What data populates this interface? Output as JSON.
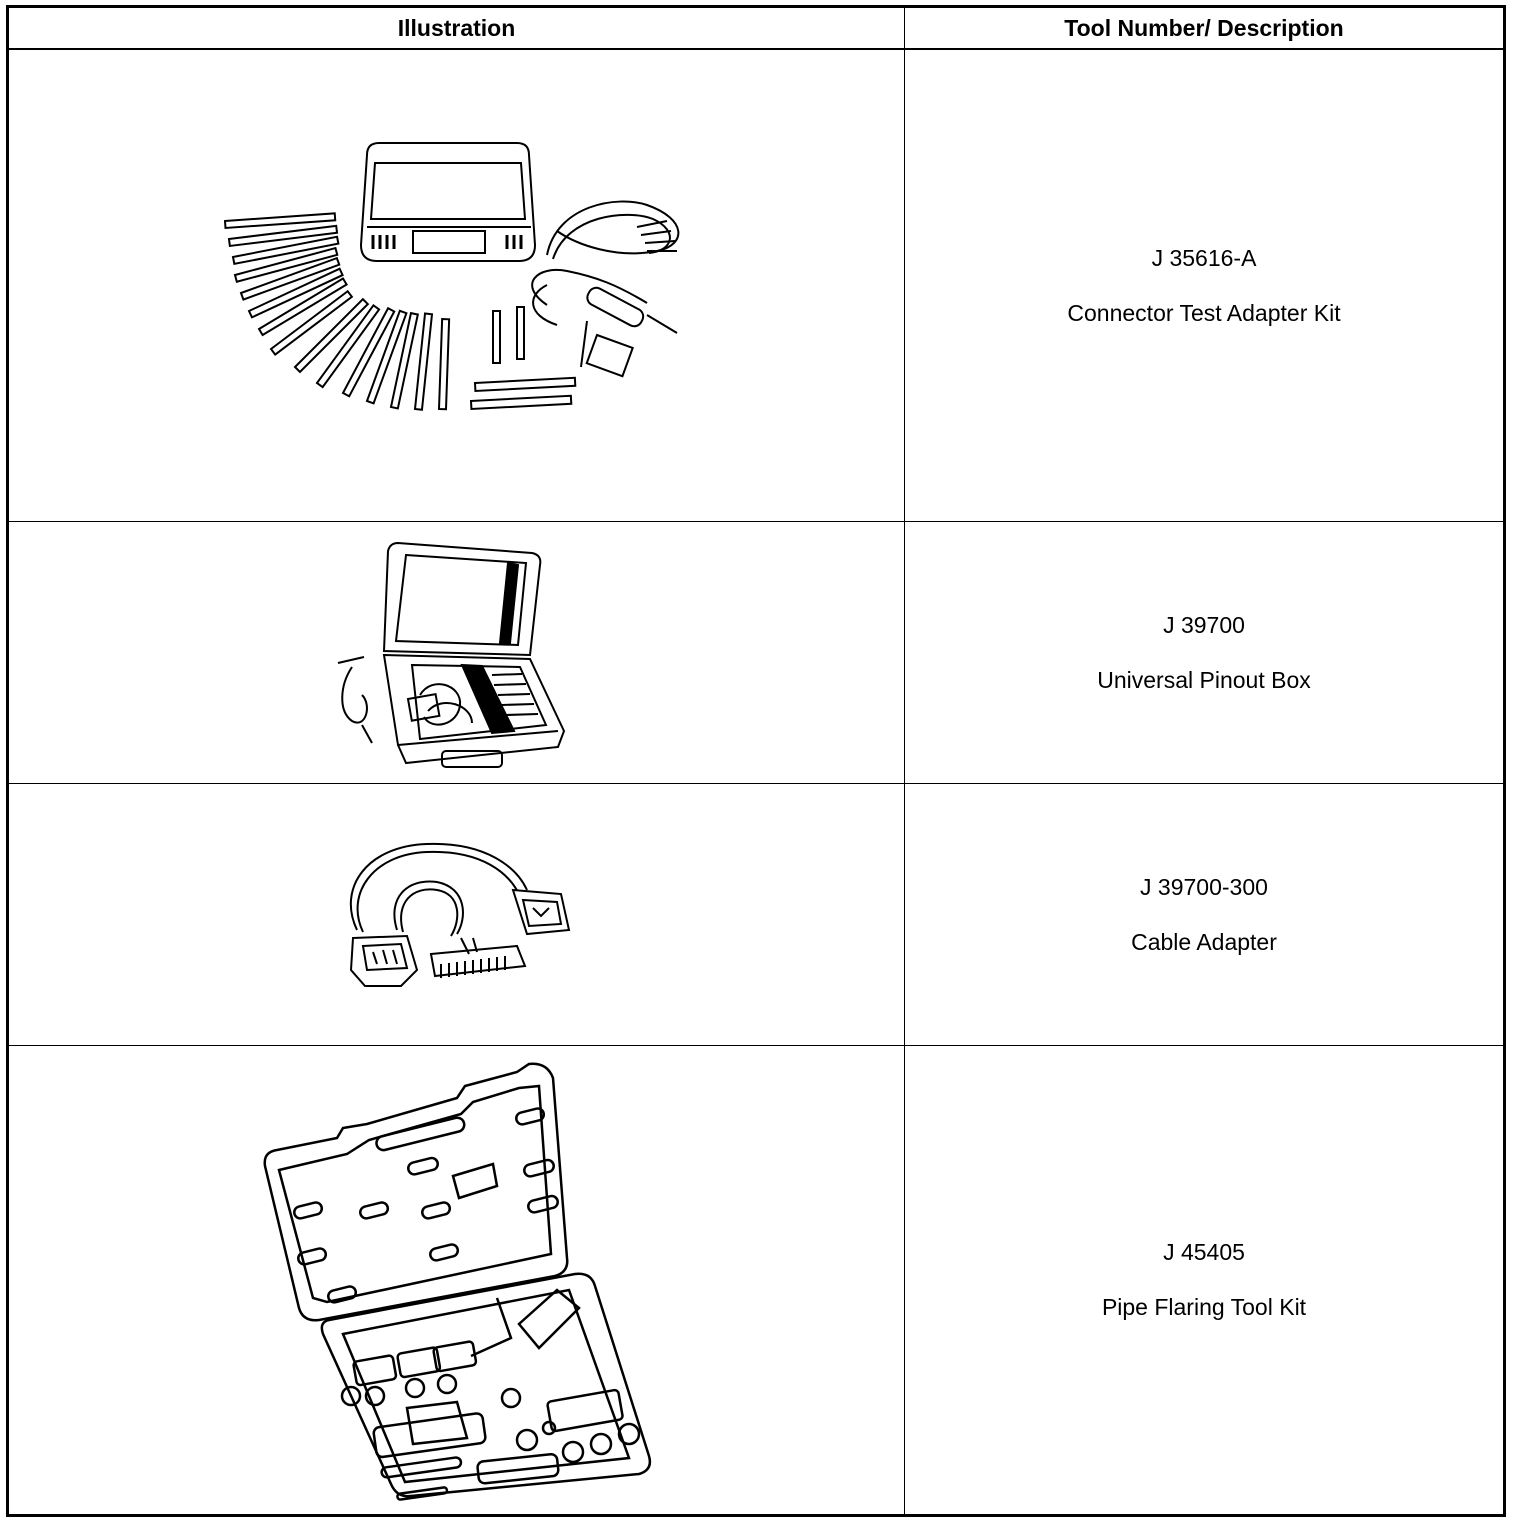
{
  "table": {
    "headers": {
      "illustration": "Illustration",
      "tool": "Tool Number/ Description"
    },
    "rows": [
      {
        "number": "J 35616-A",
        "description": "Connector Test Adapter Kit",
        "icon": "connector-test-adapter-kit-illustration"
      },
      {
        "number": "J 39700",
        "description": "Universal Pinout Box",
        "icon": "universal-pinout-box-illustration"
      },
      {
        "number": "J 39700-300",
        "description": "Cable Adapter",
        "icon": "cable-adapter-illustration"
      },
      {
        "number": "J 45405",
        "description": "Pipe Flaring Tool Kit",
        "icon": "pipe-flaring-tool-kit-illustration"
      }
    ]
  }
}
